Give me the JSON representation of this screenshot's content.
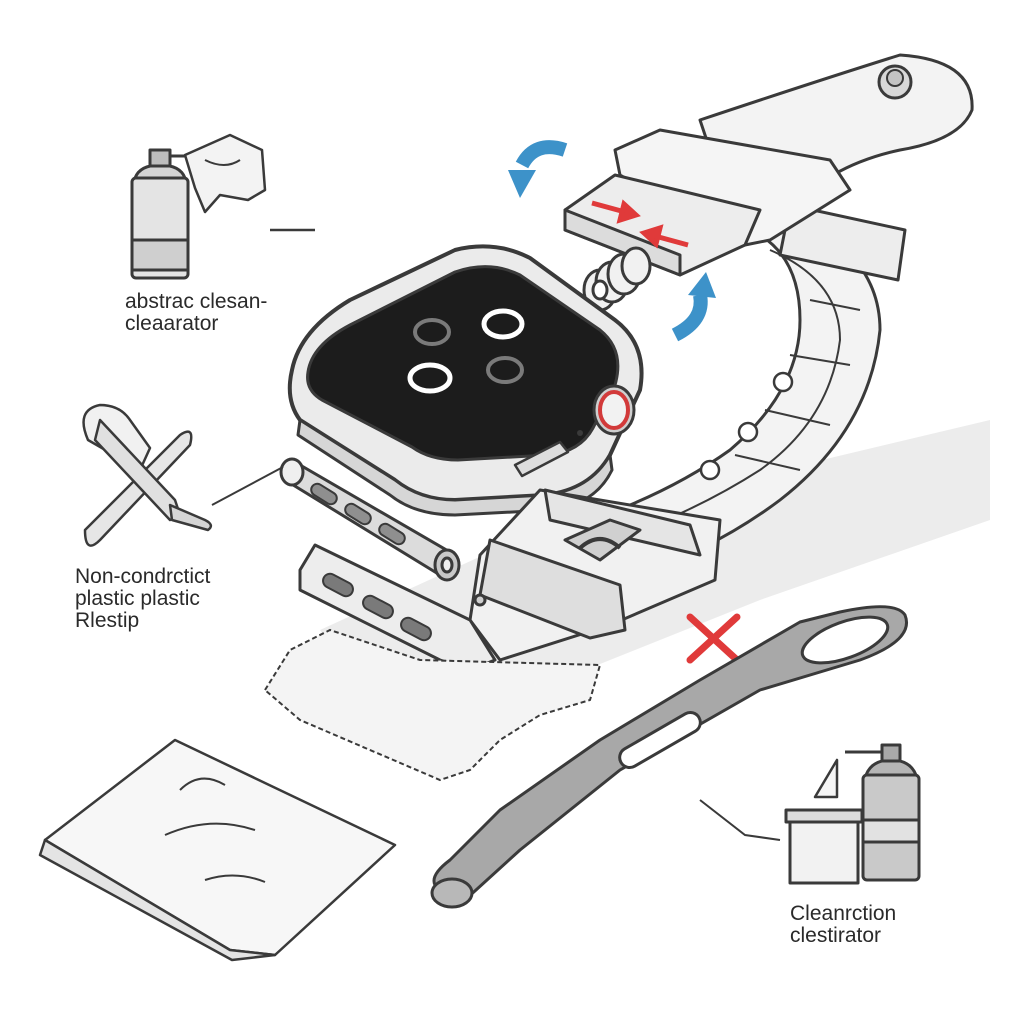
{
  "labels": {
    "cleaner_top": {
      "line1": "abstrac clesan-",
      "line2": "cleaarator"
    },
    "strip": {
      "line1": "Non-condrctict",
      "line2": "plastic plastic",
      "line3": "Rlestip"
    },
    "cleaner_bottom": {
      "line1": "Cleanrction",
      "line2": "clestirator"
    }
  },
  "colors": {
    "outline": "#3a3a3a",
    "metal": "#e9e9e9",
    "screen": "#1c1c1c",
    "accent_red": "#e03a3a",
    "accent_blue": "#3d92c9",
    "tool_grey": "#a8a8a8",
    "shadow": "#e6e6e6"
  },
  "icons": {
    "spray_can_top": "spray-can-icon",
    "cloth_top": "cloth-icon",
    "brush": "brush-icon",
    "spray_can_bottom": "spray-can-icon",
    "container": "container-icon",
    "wrong_cross": "cross-icon",
    "rotate_arrows": "rotate-arrow-icon",
    "press_arrows": "arrow-icon"
  }
}
